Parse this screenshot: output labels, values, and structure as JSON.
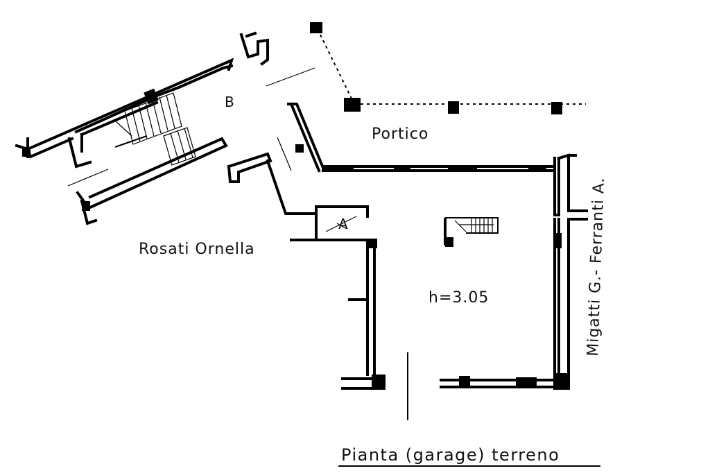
{
  "plan": {
    "title": "Pianta (garage) terreno",
    "labels": {
      "block": "B",
      "portico": "Portico",
      "neighbor_west": "Rosati Ornella",
      "neighbor_east": "Migatti G.- Ferranti A.",
      "height": "h=3.05",
      "stair_mark": "A"
    }
  }
}
